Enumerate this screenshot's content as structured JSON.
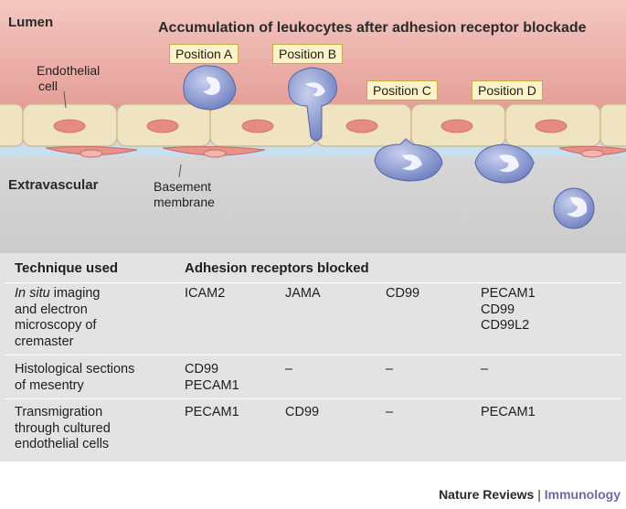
{
  "diagram": {
    "title": "Accumulation of leukocytes after adhesion receptor blockade",
    "lumen_label": "Lumen",
    "extravascular_label": "Extravascular",
    "endothelial_label_line1": "Endothelial",
    "endothelial_label_line2": "cell",
    "basement_label_line1": "Basement",
    "basement_label_line2": "membrane",
    "positions": [
      "Position A",
      "Position B",
      "Position C",
      "Position D"
    ]
  },
  "table": {
    "headers": {
      "technique": "Technique used",
      "receptors": "Adhesion receptors blocked"
    },
    "rows": [
      {
        "technique_italic": "In situ",
        "technique_rest": " imaging",
        "technique_lines": [
          "and electron",
          "microscopy of",
          "cremaster"
        ],
        "cols": [
          [
            "ICAM2"
          ],
          [
            "JAMA"
          ],
          [
            "CD99"
          ],
          [
            "PECAM1",
            "CD99",
            "CD99L2"
          ]
        ]
      },
      {
        "technique_lines": [
          "Histological sections",
          "of mesentry"
        ],
        "cols": [
          [
            "CD99",
            "PECAM1"
          ],
          [
            "–"
          ],
          [
            "–"
          ],
          [
            "–"
          ]
        ]
      },
      {
        "technique_lines": [
          "Transmigration",
          "through cultured",
          "endothelial cells"
        ],
        "cols": [
          [
            "PECAM1"
          ],
          [
            "CD99"
          ],
          [
            "–"
          ],
          [
            "PECAM1"
          ]
        ]
      }
    ]
  },
  "footer": {
    "brand": "Nature Reviews",
    "separator": "|",
    "journal": "Immunology"
  },
  "colors": {
    "lumen": "#e9a9a3",
    "extravascular": "#d3d3d3",
    "endothelium": "#efe3c2",
    "nucleus": "#e68a82",
    "leukocyte": "#7f90cc",
    "table_bg": "#e3e3e3",
    "journal": "#6b6ba8"
  }
}
